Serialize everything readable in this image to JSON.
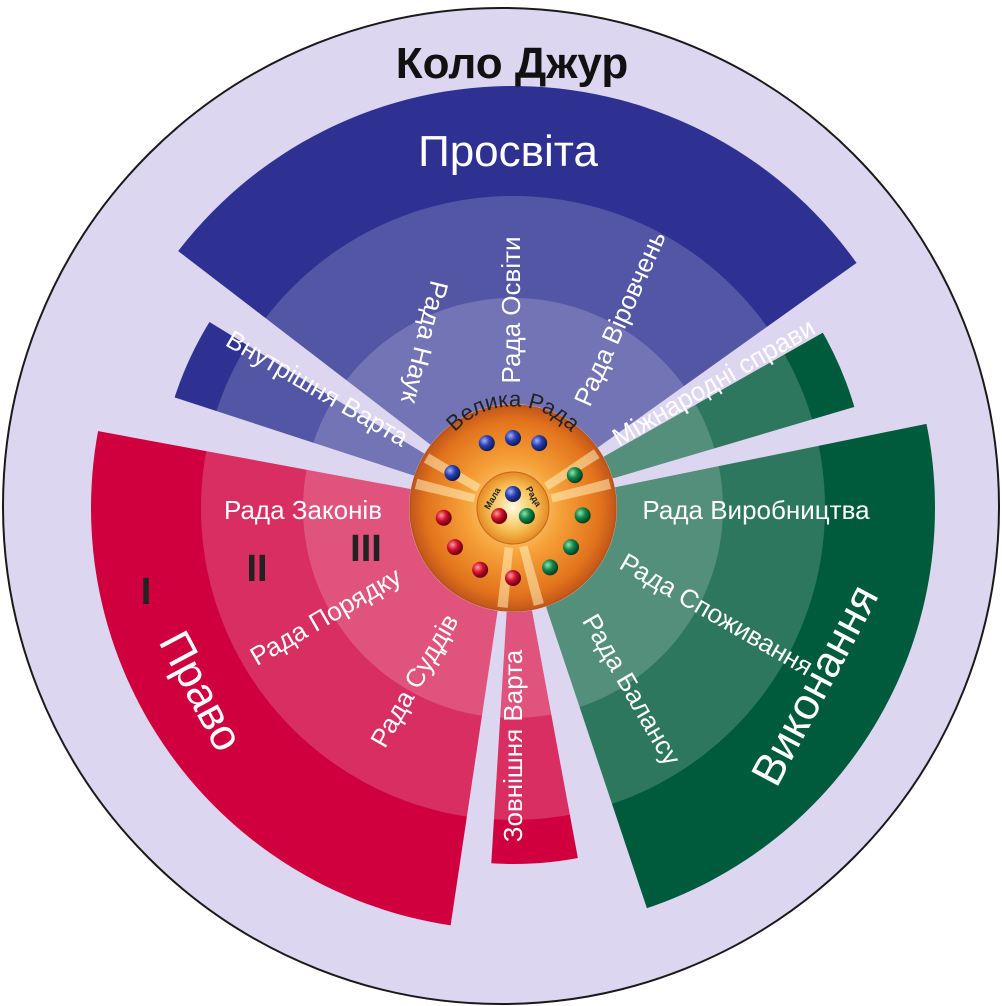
{
  "title": "Коло Джур",
  "sectors": {
    "education": {
      "name": "Просвіта",
      "color": "#2e3192"
    },
    "law": {
      "name": "Право",
      "color": "#d0003f"
    },
    "execution": {
      "name": "Виконання",
      "color": "#005a3c"
    },
    "inner_guard": {
      "name": "Внутрішня Варта",
      "color": "#2e3192"
    },
    "outer_guard": {
      "name": "Зовнішня Варта",
      "color": "#d0003f"
    },
    "international": {
      "name": "Міжнародні справи",
      "color": "#005a3c"
    }
  },
  "councils": {
    "science": "Рада Наук",
    "education": "Рада Освіти",
    "beliefs": "Рада Віровчень",
    "laws": "Рада Законів",
    "order": "Рада Порядку",
    "judges": "Рада Суддів",
    "production": "Рада Виробництва",
    "consumption": "Рада Споживання",
    "balance": "Рада Балансу"
  },
  "levels": {
    "one": "I",
    "two": "II",
    "three": "III"
  },
  "center": {
    "great_council": "Велика Рада",
    "small_council_left": "Мала",
    "small_council_right": "Рада"
  },
  "colors": {
    "background_ring": "#dcd6f0",
    "blue": "#2e3192",
    "red": "#d0003f",
    "green": "#005a3c",
    "core": "#f08a24"
  }
}
